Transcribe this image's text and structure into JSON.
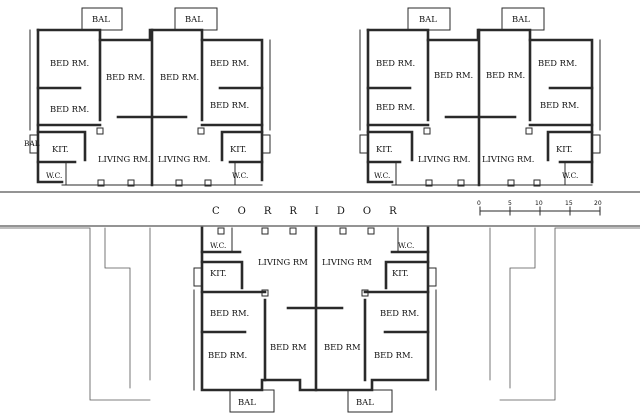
{
  "labels": {
    "bal": "BAL",
    "bal_side": "BAL",
    "bed": "BED RM.",
    "bed_bottom": "BED RM",
    "kit": "KIT.",
    "wc": "W.C.",
    "living": "LIVING RM.",
    "living_bottom": "LIVING RM",
    "corridor": "CORRIDOR"
  },
  "scale_bar": {
    "ticks": [
      "0",
      "5",
      "10",
      "15",
      "20"
    ]
  }
}
